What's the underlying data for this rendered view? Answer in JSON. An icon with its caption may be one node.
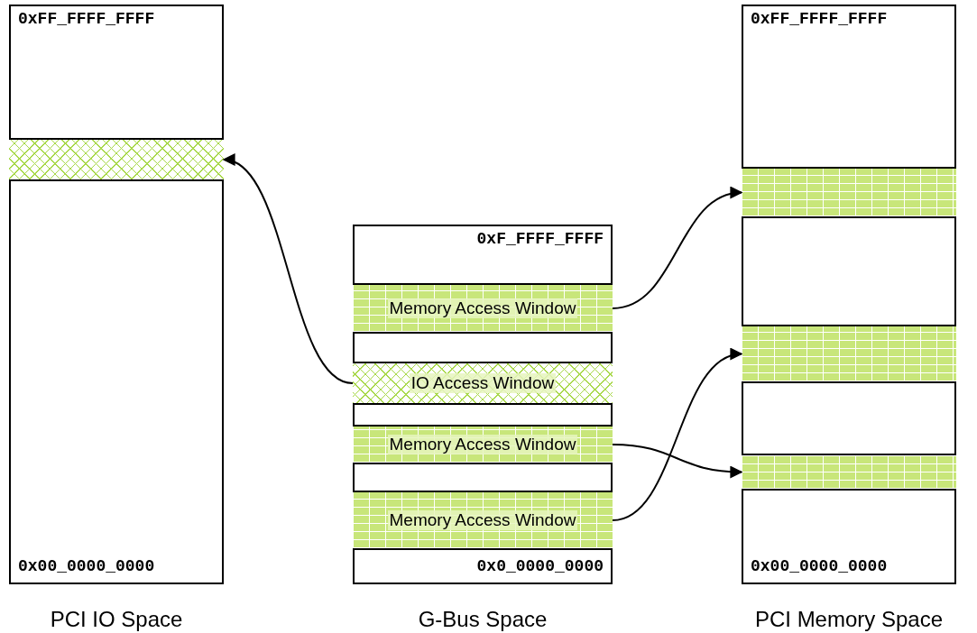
{
  "diagram": {
    "nodes": [
      {
        "text": [
          "0xFF_FFFF_FFFF",
          "0x00_0000_0000",
          "PCI IO Space"
        ]
      },
      {
        "text": [],
        "shape": "bar",
        "in": 0
      },
      {
        "text": [
          "0xF_FFFF_FFFF",
          "0x0_0000_0000",
          "G-Bus Space"
        ]
      },
      {
        "text": [
          "Memory Access Window"
        ],
        "in": 2
      },
      {
        "text": [
          "IO Access Window"
        ],
        "in": 2
      },
      {
        "text": [
          "Memory Access Window"
        ],
        "in": 2
      },
      {
        "text": [
          "Memory Access Window"
        ],
        "in": 2
      },
      {
        "text": [
          "0xFF_FFFF_FFFF",
          "0x00_0000_0000",
          "PCI Memory Space"
        ]
      },
      {
        "text": [],
        "shape": "bar",
        "in": 7
      },
      {
        "text": [],
        "shape": "bar",
        "in": 7
      },
      {
        "text": [],
        "shape": "bar",
        "in": 7
      }
    ],
    "edges": [
      {
        "from": 4,
        "to": 1,
        "arrow": "to"
      },
      {
        "from": 3,
        "to": 8,
        "arrow": "to"
      },
      {
        "from": 5,
        "to": 10,
        "arrow": "to"
      },
      {
        "from": 6,
        "to": 9,
        "arrow": "to"
      }
    ]
  }
}
